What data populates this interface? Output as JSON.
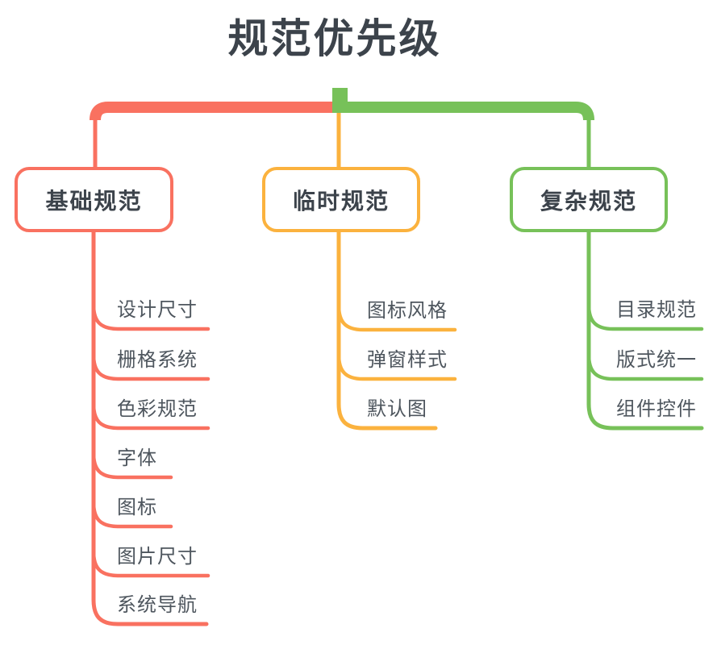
{
  "title": "规范优先级",
  "colors": {
    "background": "#FFFFFF",
    "title_text": "#3C434B",
    "node_text": "#3C434B",
    "leaf_text": "#4E565E",
    "branch_basic": "#F97160",
    "branch_interim": "#FBB23E",
    "branch_complex": "#77C159"
  },
  "branches": [
    {
      "label": "基础规范",
      "color": "#F97160",
      "items": [
        "设计尺寸",
        "栅格系统",
        "色彩规范",
        "字体",
        "图标",
        "图片尺寸",
        "系统导航"
      ]
    },
    {
      "label": "临时规范",
      "color": "#FBB23E",
      "items": [
        "图标风格",
        "弹窗样式",
        "默认图"
      ]
    },
    {
      "label": "复杂规范",
      "color": "#77C159",
      "items": [
        "目录规范",
        "版式统一",
        "组件控件"
      ]
    }
  ]
}
